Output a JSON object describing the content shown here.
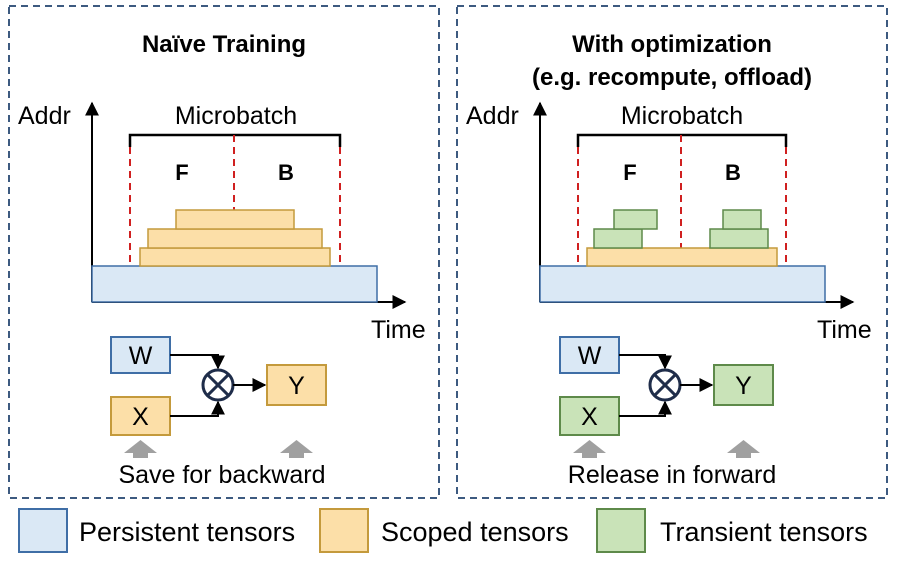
{
  "left_panel": {
    "title": "Naïve Training",
    "y_axis_label": "Addr",
    "x_axis_label": "Time",
    "brace_label": "Microbatch",
    "phase_forward": "F",
    "phase_backward": "B",
    "node_w": "W",
    "node_x": "X",
    "node_y": "Y",
    "caption": "Save for backward"
  },
  "right_panel": {
    "title_line1": "With optimization",
    "title_line2": "(e.g. recompute, offload)",
    "y_axis_label": "Addr",
    "x_axis_label": "Time",
    "brace_label": "Microbatch",
    "phase_forward": "F",
    "phase_backward": "B",
    "node_w": "W",
    "node_x": "X",
    "node_y": "Y",
    "caption": "Release in forward"
  },
  "legend": {
    "persistent": "Persistent tensors",
    "scoped": "Scoped tensors",
    "transient": "Transient tensors"
  },
  "colors": {
    "persistent_fill": "#dae8f5",
    "persistent_stroke": "#3f6ea6",
    "scoped_fill": "#fcdfa8",
    "scoped_stroke": "#c49a3c",
    "transient_fill": "#c9e3b8",
    "transient_stroke": "#5e8a4a",
    "phase_line": "#d02020",
    "panel_border": "#3d5a80",
    "arrow_gray": "#a0a0a0"
  }
}
